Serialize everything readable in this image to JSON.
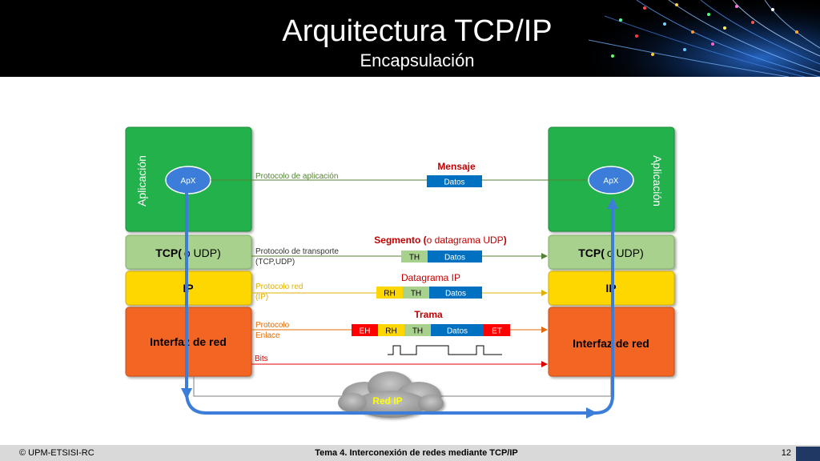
{
  "header": {
    "title": "Arquitectura TCP/IP",
    "subtitle": "Encapsulación"
  },
  "stack": {
    "app_label": "Aplicación",
    "app_process": "ApX",
    "transport_bold": "TCP(",
    "transport_rest": "o UDP)",
    "network": "IP",
    "link": "Interfaz de red"
  },
  "protocols": {
    "app": "Protocolo de aplicación",
    "transport_line1": "Protocolo de transporte",
    "transport_line2": "(TCP,UDP)",
    "network_line1": "Protocolo red",
    "network_line2": "(IP)",
    "link_line1": "Protocolo",
    "link_line2": "Enlace",
    "bits": "Bits"
  },
  "pdus": {
    "message": "Mensaje",
    "segment_bold": "Segmento (",
    "segment_rest": "o datagrama UDP",
    "segment_close": ")",
    "datagram": "Datagrama IP",
    "frame": "Trama"
  },
  "fields": {
    "data": "Datos",
    "th": "TH",
    "rh": "RH",
    "eh": "EH",
    "et": "ET"
  },
  "network_cloud": "Red IP",
  "footer": {
    "left": "© UPM-ETSISI-RC",
    "center": "Tema 4. Interconexión de redes mediante TCP/IP",
    "page": "12"
  },
  "colors": {
    "app_green": "#22b14c",
    "transport_green": "#a9d18e",
    "ip_yellow": "#ffd700",
    "link_orange": "#f26522",
    "data_blue": "#0070c0",
    "header_red": "#ff0000",
    "arrow_blue": "#3b7dd8",
    "pdu_label_red": "#c00000"
  }
}
